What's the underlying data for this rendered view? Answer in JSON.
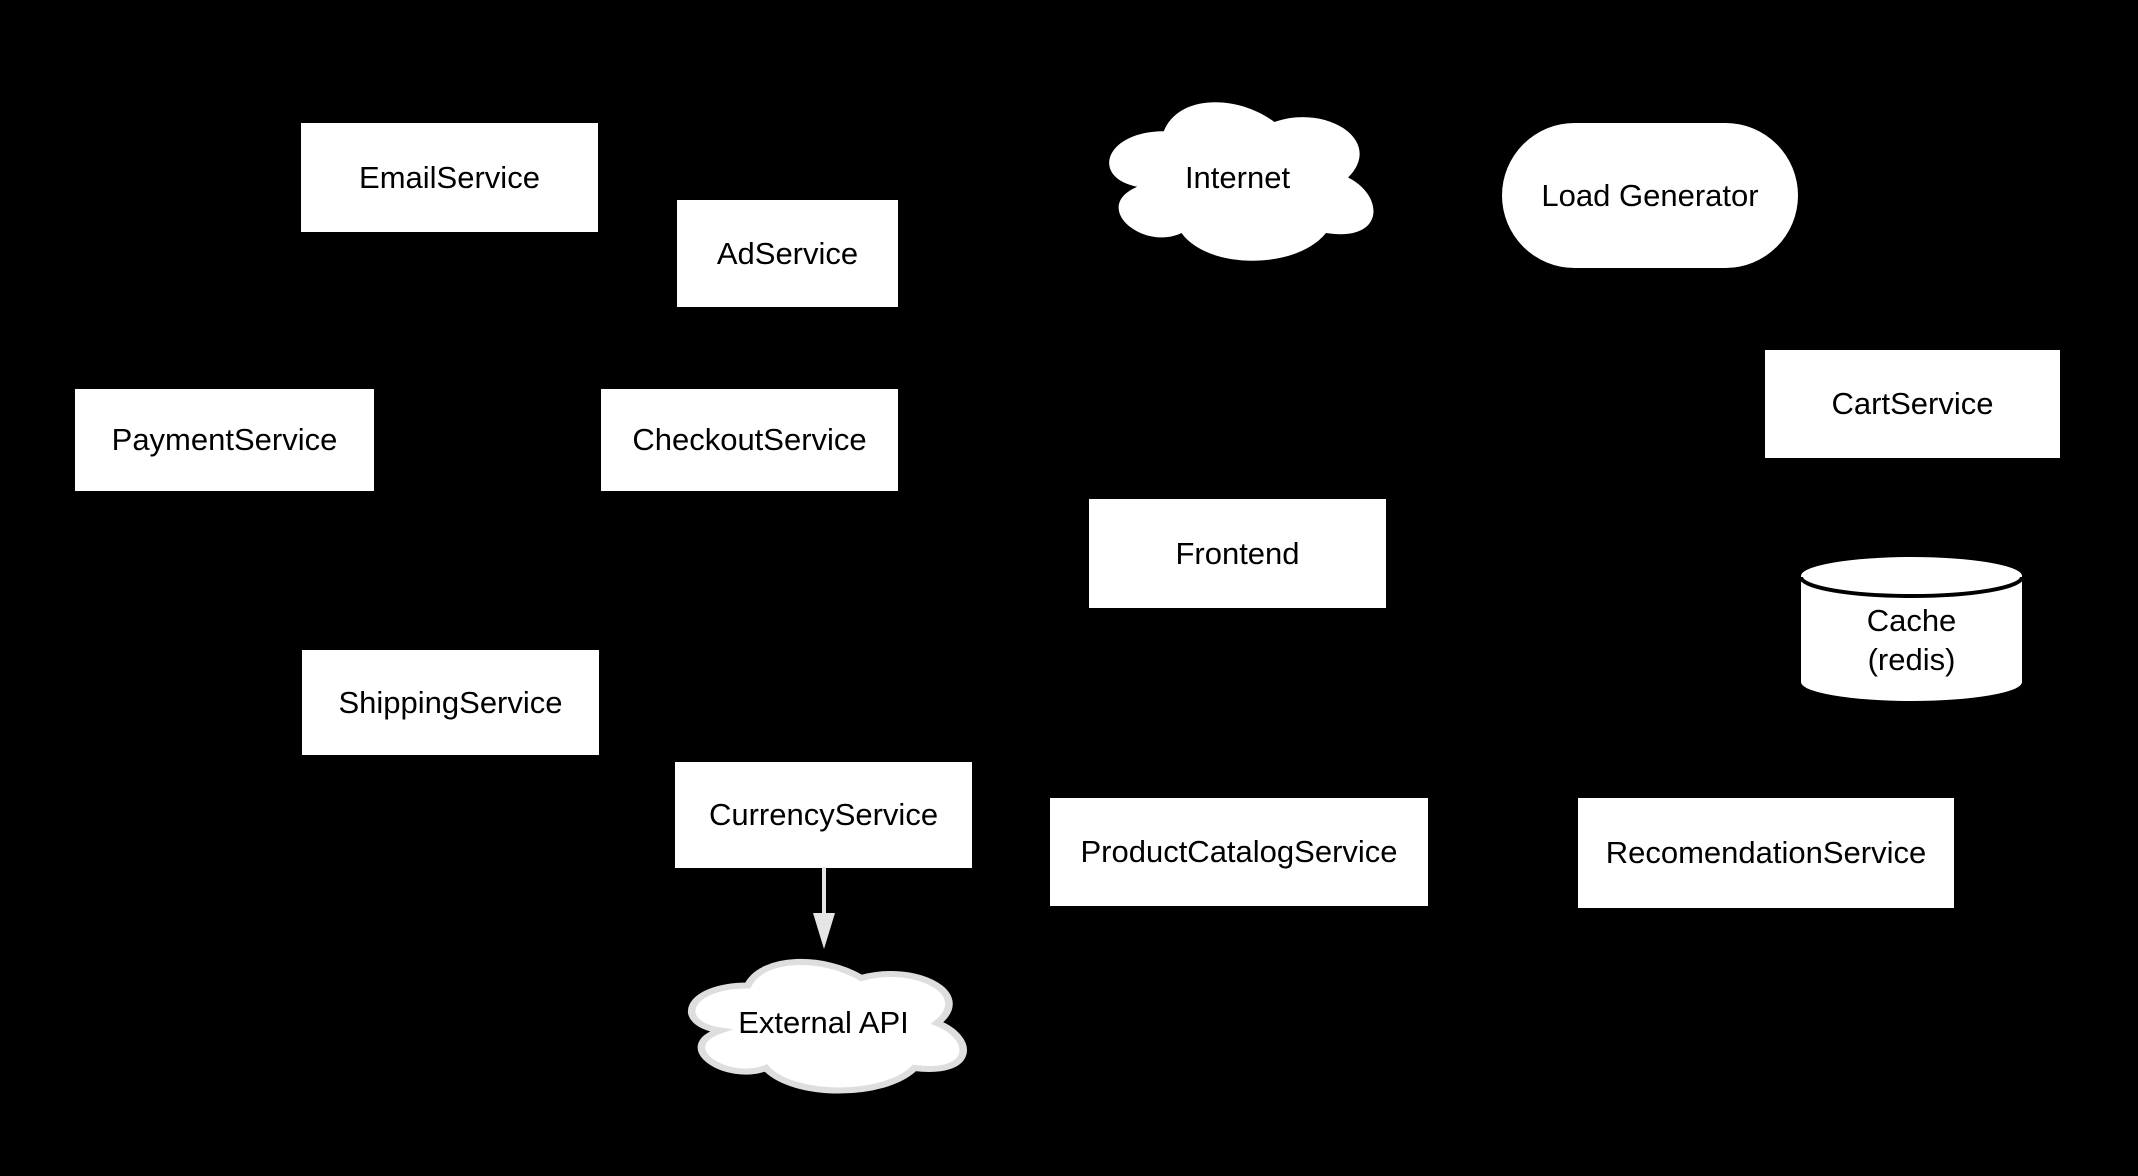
{
  "diagram": {
    "background": "#000000",
    "colors": {
      "node_fill": "#ffffff",
      "node_text": "#000000",
      "edge": "#e5e5e5",
      "external_cloud_outline": "#dedede"
    },
    "nodes": [
      {
        "id": "email-service",
        "label": "EmailService",
        "shape": "rect"
      },
      {
        "id": "ad-service",
        "label": "AdService",
        "shape": "rect"
      },
      {
        "id": "internet",
        "label": "Internet",
        "shape": "cloud"
      },
      {
        "id": "load-generator",
        "label": "Load Generator",
        "shape": "stadium"
      },
      {
        "id": "payment-service",
        "label": "PaymentService",
        "shape": "rect"
      },
      {
        "id": "checkout-service",
        "label": "CheckoutService",
        "shape": "rect"
      },
      {
        "id": "cart-service",
        "label": "CartService",
        "shape": "rect"
      },
      {
        "id": "frontend",
        "label": "Frontend",
        "shape": "rect"
      },
      {
        "id": "cache-redis",
        "label": "Cache",
        "sublabel": "(redis)",
        "shape": "cylinder"
      },
      {
        "id": "shipping-service",
        "label": "ShippingService",
        "shape": "rect"
      },
      {
        "id": "currency-service",
        "label": "CurrencyService",
        "shape": "rect"
      },
      {
        "id": "product-catalog-service",
        "label": "ProductCatalogService",
        "shape": "rect"
      },
      {
        "id": "recomendation-service",
        "label": "RecomendationService",
        "shape": "rect"
      },
      {
        "id": "external-api",
        "label": "External API",
        "shape": "cloud"
      }
    ],
    "edges": [
      {
        "from": "CurrencyService",
        "to": "External API",
        "style": "solid-arrow-down",
        "color": "#e5e5e5"
      }
    ]
  }
}
